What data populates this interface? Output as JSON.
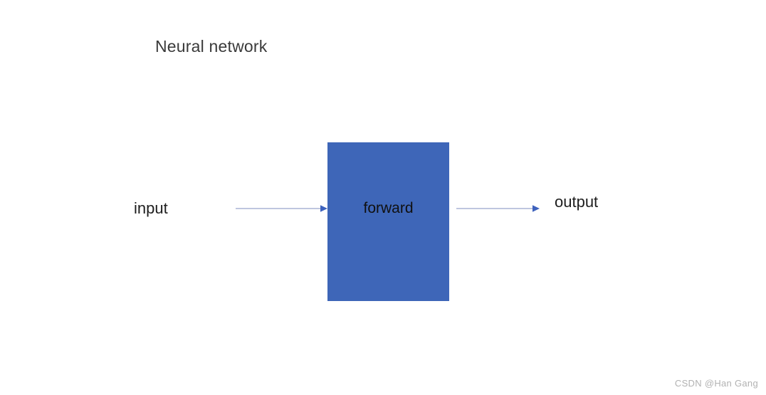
{
  "title": "Neural network",
  "diagram": {
    "input_label": "input",
    "box_label": "forward",
    "output_label": "output",
    "flow": [
      "input",
      "forward",
      "output"
    ]
  },
  "colors": {
    "background": "#ffffff",
    "box_fill": "#3E66B8",
    "arrow_line": "#96a4cc",
    "arrow_head": "#3e62bd",
    "title_text": "#3a3a3a",
    "label_text": "#1e1e1e",
    "box_label_text": "#101010",
    "watermark_text": "#b2b2b2"
  },
  "watermark": "CSDN @Han Gang"
}
